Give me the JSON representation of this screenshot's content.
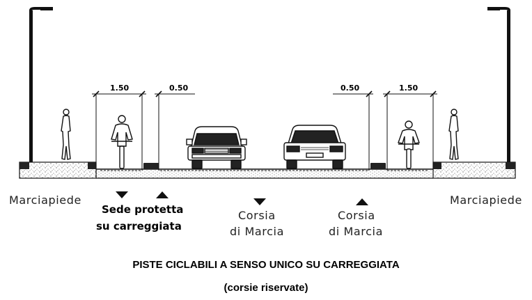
{
  "dimensions": {
    "bike_lane_left": "1.50",
    "buffer_left": "0.50",
    "buffer_right": "0.50",
    "bike_lane_right": "1.50"
  },
  "labels": {
    "sidewalk_left": "Marciapiede",
    "sidewalk_right": "Marciapiede",
    "protected_lane_line1": "Sede protetta",
    "protected_lane_line2": "su carreggiata",
    "lane_left_line1": "Corsia",
    "lane_left_line2": "di Marcia",
    "lane_right_line1": "Corsia",
    "lane_right_line2": "di Marcia"
  },
  "caption": {
    "title": "PISTE CICLABILI A SENSO UNICO SU CARREGGIATA",
    "subtitle": "(corsie riservate)"
  }
}
